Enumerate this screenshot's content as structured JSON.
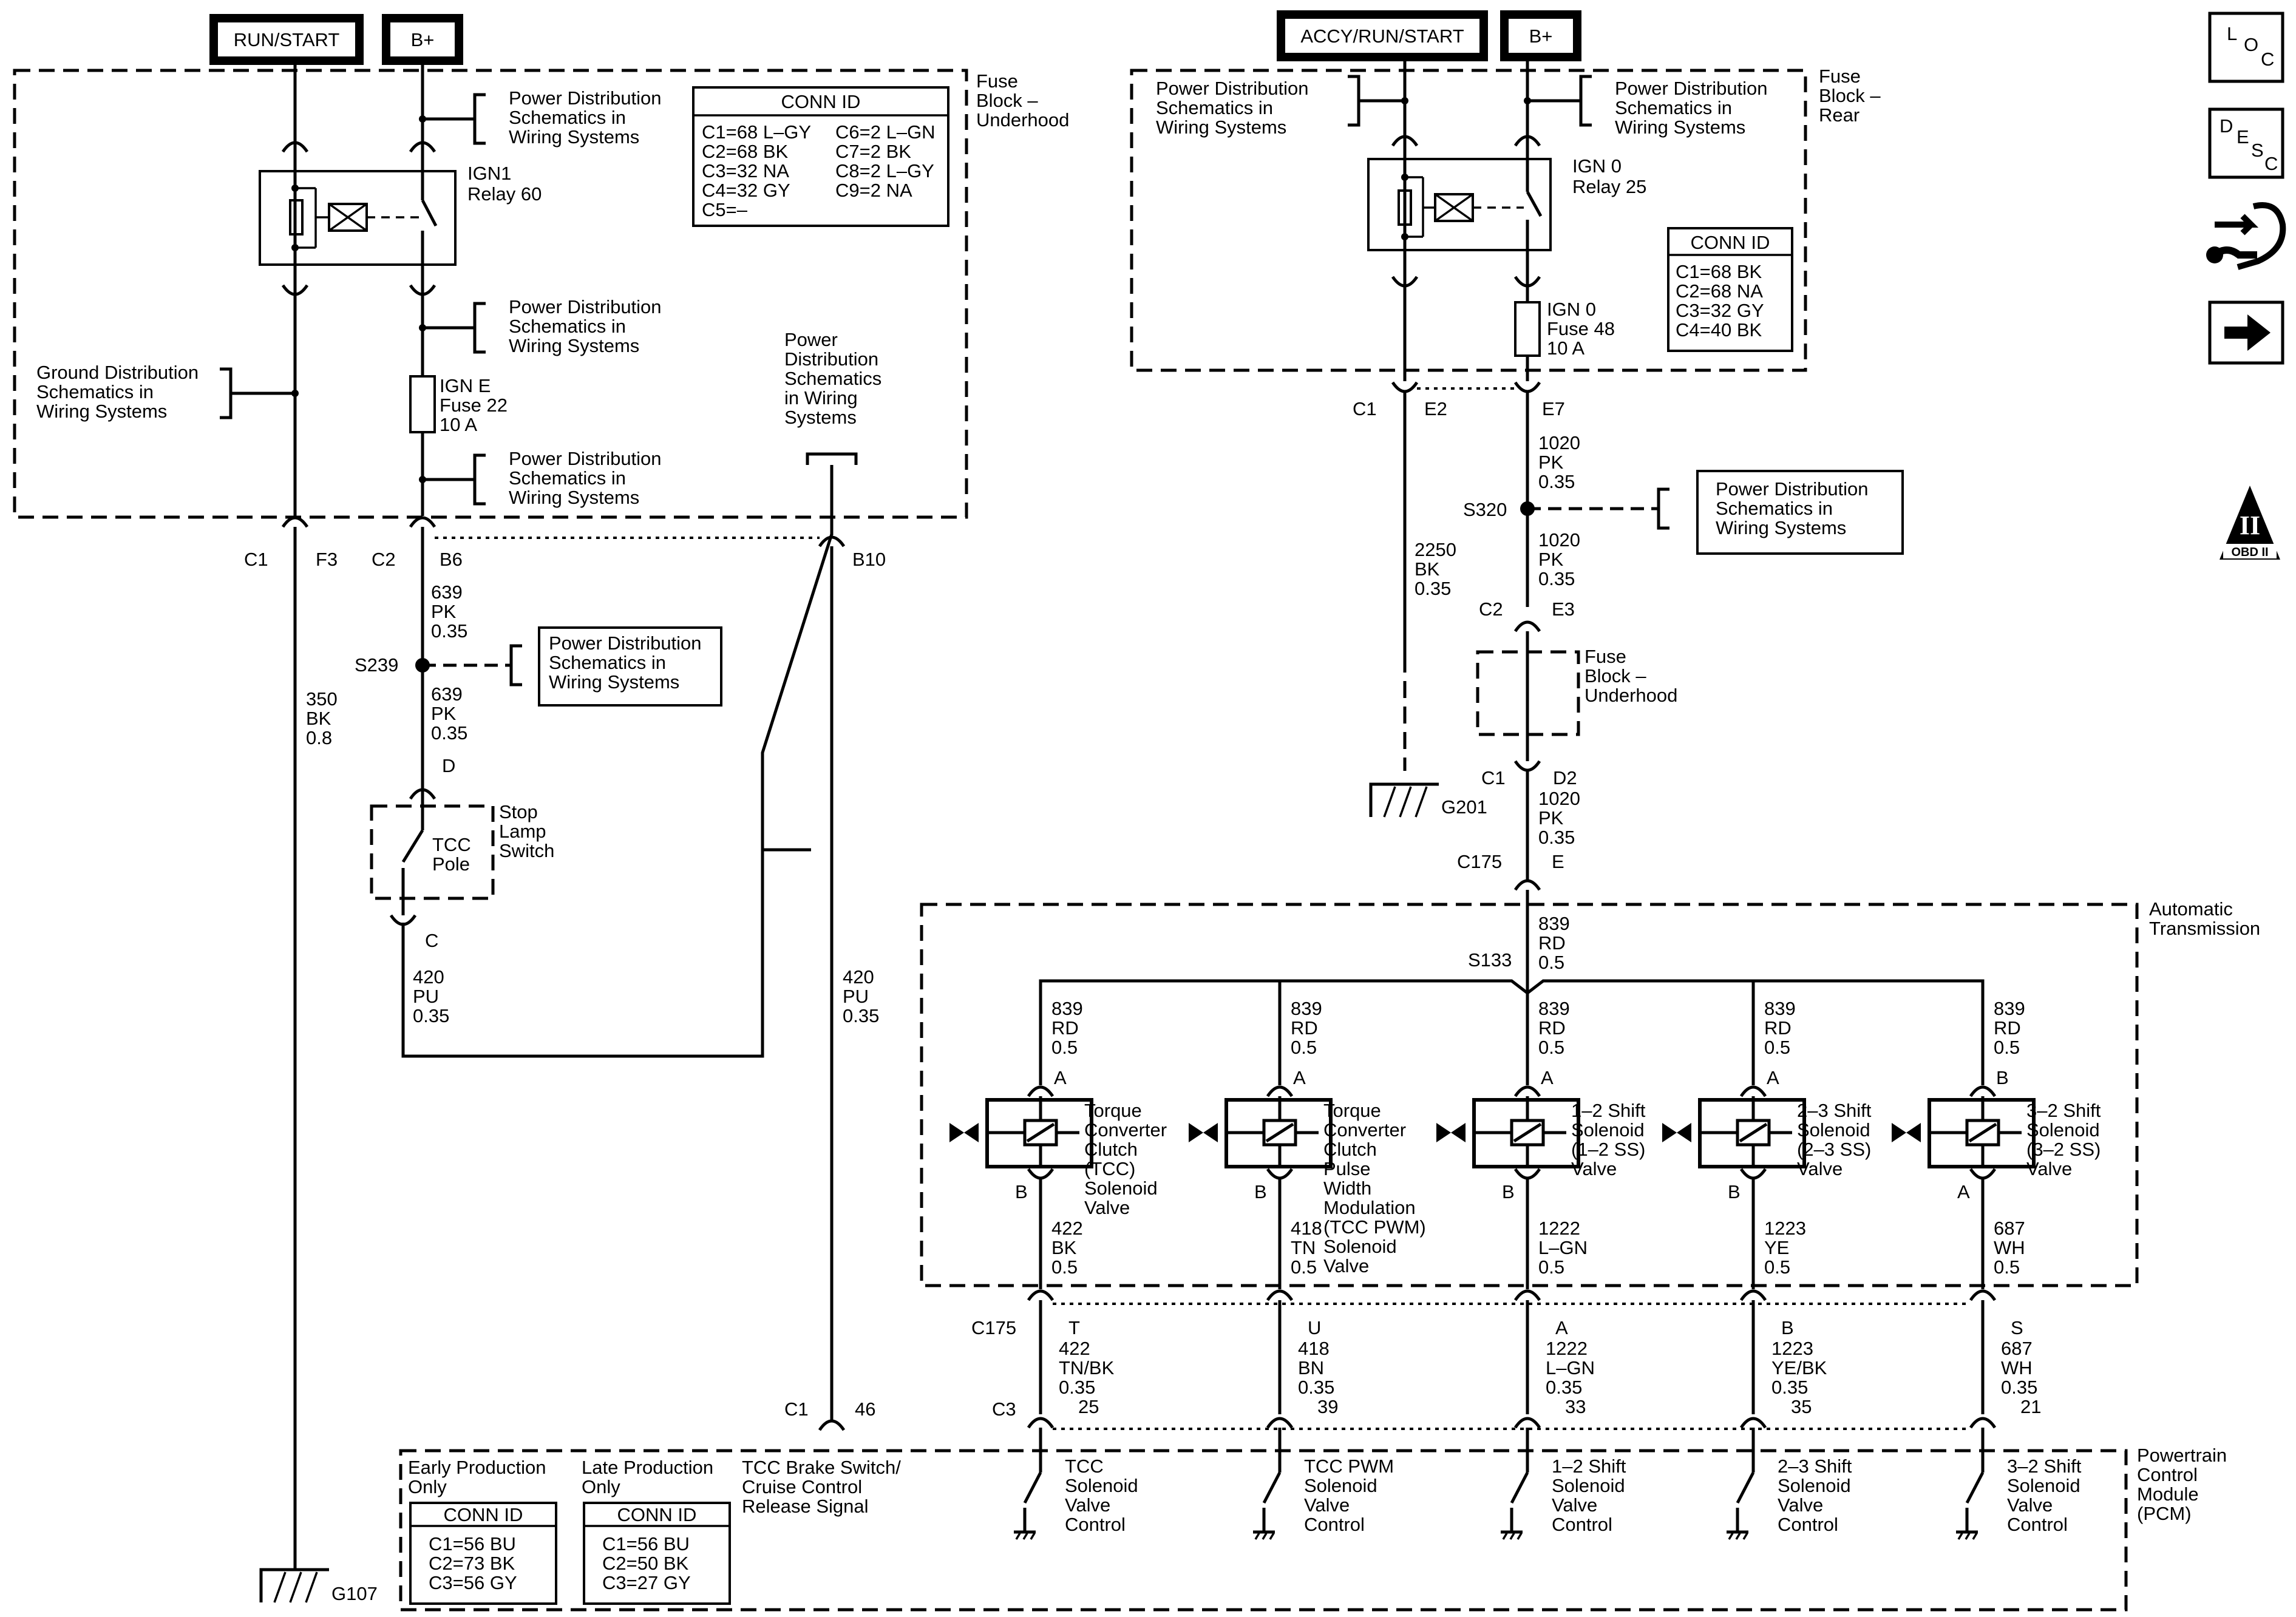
{
  "supplies": {
    "run_start": "RUN/START",
    "b_plus_1": "B+",
    "accy_run_start": "ACCY/RUN/START",
    "b_plus_2": "B+"
  },
  "modules": {
    "fuse_block_underhood": [
      "Fuse",
      "Block –",
      "Underhood"
    ],
    "fuse_block_rear": [
      "Fuse",
      "Block –",
      "Rear"
    ],
    "fuse_block_underhood_2": [
      "Fuse",
      "Block –",
      "Underhood"
    ],
    "automatic_transmission": [
      "Automatic",
      "Transmission"
    ],
    "pcm": [
      "Powertrain",
      "Control",
      "Module",
      "(PCM)"
    ]
  },
  "refs": {
    "power_distribution": [
      "Power Distribution",
      "Schematics in",
      "Wiring Systems"
    ],
    "power_distribution_tall": [
      "Power",
      "Distribution",
      "Schematics",
      "in Wiring",
      "Systems"
    ],
    "ground_distribution": [
      "Ground Distribution",
      "Schematics in",
      "Wiring Systems"
    ]
  },
  "relays": {
    "ign1": [
      "IGN1",
      "Relay 60"
    ],
    "ign0": [
      "IGN 0",
      "Relay 25"
    ]
  },
  "fuses": {
    "ign_e": [
      "IGN E",
      "Fuse 22",
      "10 A"
    ],
    "ign0": [
      "IGN 0",
      "Fuse 48",
      "10 A"
    ]
  },
  "conn_tables": {
    "underhood": {
      "title": "CONN ID",
      "col1": [
        "C1=68 L–GY",
        "C2=68 BK",
        "C3=32 NA",
        "C4=32 GY",
        "C5=–"
      ],
      "col2": [
        "C6=2 L–GN",
        "C7=2 BK",
        "C8=2 L–GY",
        "C9=2 NA"
      ]
    },
    "rear": {
      "title": "CONN ID",
      "rows": [
        "C1=68 BK",
        "C2=68 NA",
        "C3=32 GY",
        "C4=40 BK"
      ]
    },
    "early": {
      "title": "CONN ID",
      "rows": [
        "C1=56 BU",
        "C2=73 BK",
        "C3=56 GY"
      ]
    },
    "late": {
      "title": "CONN ID",
      "rows": [
        "C1=56 BU",
        "C2=50 BK",
        "C3=27 GY"
      ]
    }
  },
  "production": {
    "early": [
      "Early Production",
      "Only"
    ],
    "late": [
      "Late Production",
      "Only"
    ]
  },
  "connectors": {
    "c1": "C1",
    "f3": "F3",
    "c2": "C2",
    "b6": "B6",
    "b10": "B10",
    "d": "D",
    "c": "C",
    "c1_e2": "C1",
    "e2": "E2",
    "e7": "E7",
    "c2_e3": "C2",
    "e3": "E3",
    "c1_d2": "C1",
    "d2": "D2",
    "c175_e": "C175",
    "e": "E",
    "c175": "C175",
    "c3": "C3",
    "c1_pcm": "C1",
    "pin46": "46"
  },
  "splices": {
    "s239": "S239",
    "s320": "S320",
    "s133": "S133"
  },
  "grounds": {
    "g107": "G107",
    "g201": "G201"
  },
  "wires": {
    "w350": [
      "350",
      "BK",
      "0.8"
    ],
    "w639a": [
      "639",
      "PK",
      "0.35"
    ],
    "w639b": [
      "639",
      "PK",
      "0.35"
    ],
    "w420a": [
      "420",
      "PU",
      "0.35"
    ],
    "w420b": [
      "420",
      "PU",
      "0.35"
    ],
    "w2250": [
      "2250",
      "BK",
      "0.35"
    ],
    "w1020a": [
      "1020",
      "PK",
      "0.35"
    ],
    "w1020b": [
      "1020",
      "PK",
      "0.35"
    ],
    "w1020c": [
      "1020",
      "PK",
      "0.35"
    ],
    "w839": [
      "839",
      "RD",
      "0.5"
    ]
  },
  "switch": {
    "pole": [
      "TCC",
      "Pole"
    ],
    "name": [
      "Stop",
      "Lamp",
      "Switch"
    ]
  },
  "tcc_brake": [
    "TCC Brake Switch/",
    "Cruise Control",
    "Release Signal"
  ],
  "solenoids": [
    {
      "in_wire": [
        "839",
        "RD",
        "0.5"
      ],
      "pin_top": "A",
      "pin_bottom": "B",
      "name": [
        "Torque",
        "Converter",
        "Clutch",
        "(TCC)",
        "Solenoid",
        "Valve"
      ],
      "out_wire": [
        "422",
        "BK",
        "0.5"
      ],
      "c175_pin": "T",
      "pcm_wire": [
        "422",
        "TN/BK",
        "0.35"
      ],
      "pcm_pin": "25",
      "pcm_label": [
        "TCC",
        "Solenoid",
        "Valve",
        "Control"
      ]
    },
    {
      "in_wire": [
        "839",
        "RD",
        "0.5"
      ],
      "pin_top": "A",
      "pin_bottom": "B",
      "name": [
        "Torque",
        "Converter",
        "Clutch",
        "Pulse",
        "Width",
        "Modulation",
        "(TCC PWM)",
        "Solenoid",
        "Valve"
      ],
      "out_wire": [
        "418",
        "TN",
        "0.5"
      ],
      "c175_pin": "U",
      "pcm_wire": [
        "418",
        "BN",
        "0.35"
      ],
      "pcm_pin": "39",
      "pcm_label": [
        "TCC PWM",
        "Solenoid",
        "Valve",
        "Control"
      ]
    },
    {
      "in_wire": [
        "839",
        "RD",
        "0.5"
      ],
      "pin_top": "A",
      "pin_bottom": "B",
      "name": [
        "1–2 Shift",
        "Solenoid",
        "(1–2 SS)",
        "Valve"
      ],
      "out_wire": [
        "1222",
        "L–GN",
        "0.5"
      ],
      "c175_pin": "A",
      "pcm_wire": [
        "1222",
        "L–GN",
        "0.35"
      ],
      "pcm_pin": "33",
      "pcm_label": [
        "1–2 Shift",
        "Solenoid",
        "Valve",
        "Control"
      ]
    },
    {
      "in_wire": [
        "839",
        "RD",
        "0.5"
      ],
      "pin_top": "A",
      "pin_bottom": "B",
      "name": [
        "2–3 Shift",
        "Solenoid",
        "(2–3 SS)",
        "Valve"
      ],
      "out_wire": [
        "1223",
        "YE",
        "0.5"
      ],
      "c175_pin": "B",
      "pcm_wire": [
        "1223",
        "YE/BK",
        "0.35"
      ],
      "pcm_pin": "35",
      "pcm_label": [
        "2–3 Shift",
        "Solenoid",
        "Valve",
        "Control"
      ]
    },
    {
      "in_wire": [
        "839",
        "RD",
        "0.5"
      ],
      "pin_top": "B",
      "pin_bottom": "A",
      "name": [
        "3–2 Shift",
        "Solenoid",
        "(3–2 SS)",
        "Valve"
      ],
      "out_wire": [
        "687",
        "WH",
        "0.5"
      ],
      "c175_pin": "S",
      "pcm_wire": [
        "687",
        "WH",
        "0.35"
      ],
      "pcm_pin": "21",
      "pcm_label": [
        "3–2 Shift",
        "Solenoid",
        "Valve",
        "Control"
      ]
    }
  ],
  "side_icons": {
    "loc": [
      "L",
      "O",
      "C"
    ],
    "desc": [
      "D",
      "E",
      "S",
      "C"
    ],
    "obd": [
      "II",
      "OBD II"
    ]
  }
}
